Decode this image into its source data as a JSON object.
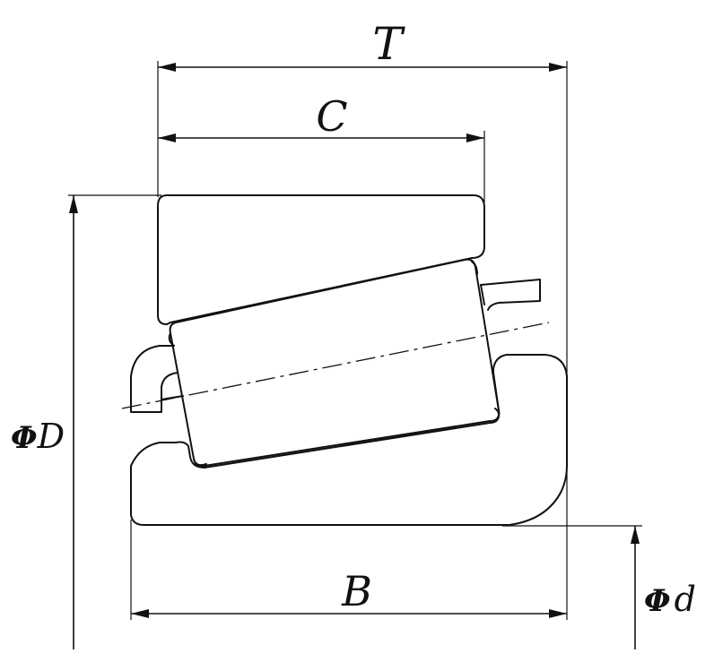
{
  "labels": {
    "T": "T",
    "C": "C",
    "B": "B",
    "phi_D_symbol": "Φ",
    "phi_D_letter": "D",
    "phi_d_symbol": "Φ",
    "phi_d_letter": "d"
  },
  "colors": {
    "ink": "#111111",
    "background": "#ffffff"
  }
}
